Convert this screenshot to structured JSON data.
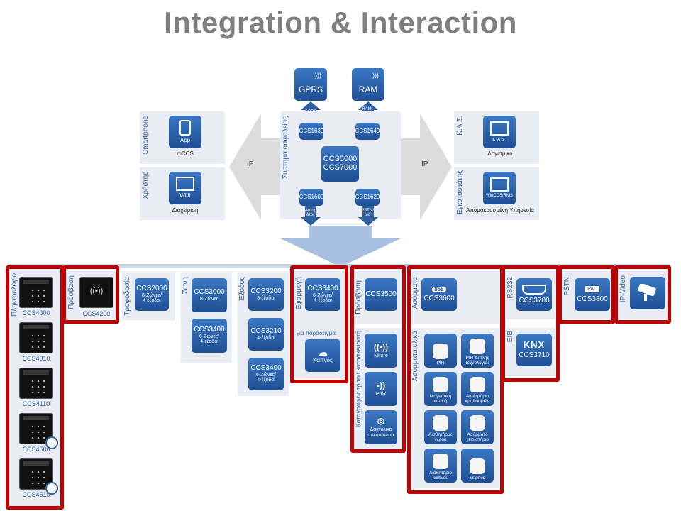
{
  "title": "Integration & Interaction",
  "top": {
    "gprs": "GPRS",
    "ram": "RAM",
    "gprs_arrow": "GPRS",
    "ram_arrow": "RAM-\nMobilex",
    "ccs1630": "CCS1630",
    "ccs1640": "CCS1640",
    "ccs1600": "CCS1600",
    "ccs1620": "CCS1620",
    "ccs5000": "CCS5000",
    "ccs7000": "CCS7000",
    "system_label": "Σύστημα ασφαλείας",
    "bottom_left_arrow": "Αυτομ\nάτος",
    "bottom_right_arrow": "PSTN/\nbio",
    "ip_left": "IP",
    "ip_right": "IP"
  },
  "left_panel": {
    "smartphone_label": "Smartphone",
    "app": "App",
    "mccs": "mCCS",
    "user_label": "Χρήστης",
    "wui": "WUI",
    "management": "Διαχείριση"
  },
  "right_panel": {
    "kls_label": "Κ.Λ.Σ.",
    "kls_box": "Κ.Λ.Σ.",
    "software": "Λογισμικό",
    "installer_label": "Εγκαταστάτης",
    "winccs": "WinCCS/RMS",
    "remote_service": "Απομακρυσμένη Υπηρεσία"
  },
  "keypads": {
    "label": "Πληκτρολόγιο",
    "items": [
      "CCS4000",
      "CCS4010",
      "CCS4110",
      "CCS4500",
      "CCS4510"
    ]
  },
  "access": {
    "label": "Πρόσβαση",
    "model": "CCS4200"
  },
  "power": {
    "label": "Τροφοδοσία",
    "model": "CCS2000",
    "desc": "8-Ζώνες/\n4 έξοδοι"
  },
  "zone": {
    "label": "Ζώνη",
    "items": [
      {
        "model": "CCS3000",
        "desc": "8-Ζώνες"
      },
      {
        "model": "CCS3400",
        "desc": "6-Ζώνες/\n4-έξοδοι"
      }
    ]
  },
  "output": {
    "label": "Έξοδος",
    "items": [
      {
        "model": "CCS3200",
        "desc": "8-έξοδοι"
      },
      {
        "model": "CCS3210",
        "desc": "4-έξοδοι"
      },
      {
        "model": "CCS3400",
        "desc": "6-Ζώνες/\n4-έξοδοι"
      }
    ]
  },
  "application": {
    "label": "Εφαρμογή",
    "model": "CCS3400",
    "desc": "6-Ζώνες/\n4-έξοδοι",
    "example": "για παράδειγμα:",
    "smoke": "Καπνός"
  },
  "access2": {
    "label": "Πρόσβαση",
    "model": "CCS3500"
  },
  "third_party": {
    "label": "Καταγραφείς τρίτου κατασκευαστή",
    "items": [
      "Mifare",
      "Prox",
      "Δακτυλικό\nαποτύπωμα"
    ]
  },
  "wireless": {
    "label": "Ασύρματα",
    "model": "CCS3600",
    "badge": "868"
  },
  "wireless_items": {
    "label": "Ασύρματα υλικά",
    "items": [
      "PIR",
      "PIR Διπλής\nΤεχνολογίας",
      "Μαγνητική\nεπαφή",
      "Αισθητήριο\nκραδασμών",
      "Αισθητήρας\nνερού",
      "Ασύρματο\nχειριστήριο",
      "Αισθητήριο\nκαπνού",
      "Σειρήνα"
    ]
  },
  "rs232": {
    "label": "RS232",
    "model": "CCS3700"
  },
  "eib": {
    "label": "EIB",
    "model": "CCS3710",
    "knx": "KNX"
  },
  "pstn": {
    "label": "PSTN",
    "model": "CCS3800",
    "pac": "PAC"
  },
  "ipvideo": {
    "label": "IP-Video"
  },
  "colors": {
    "accent_blue": "#2f5f9e",
    "red_frame": "#c00000",
    "panel": "#e9edf3"
  }
}
